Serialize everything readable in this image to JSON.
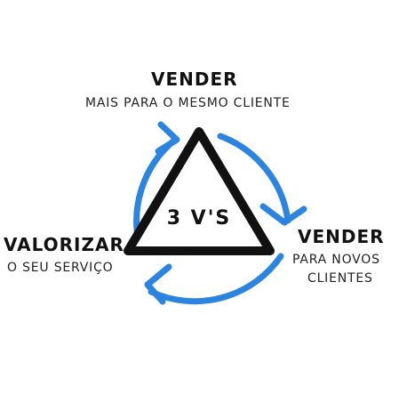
{
  "center": {
    "label": "3 V'S"
  },
  "top": {
    "title": "VENDER",
    "subtitle": "MAIS PARA O MESMO CLIENTE"
  },
  "right": {
    "title": "VENDER",
    "subtitle_line1": "PARA NOVOS",
    "subtitle_line2": "CLIENTES"
  },
  "left": {
    "title": "VALORIZAR",
    "subtitle": "O SEU SERVIÇO"
  },
  "colors": {
    "arrow": "#2b84e0",
    "triangle": "#111111",
    "text": "#111111"
  },
  "icons": {
    "arrow_top": "curved-arrow-icon",
    "arrow_right": "curved-arrow-icon",
    "arrow_bottom": "curved-arrow-icon"
  }
}
